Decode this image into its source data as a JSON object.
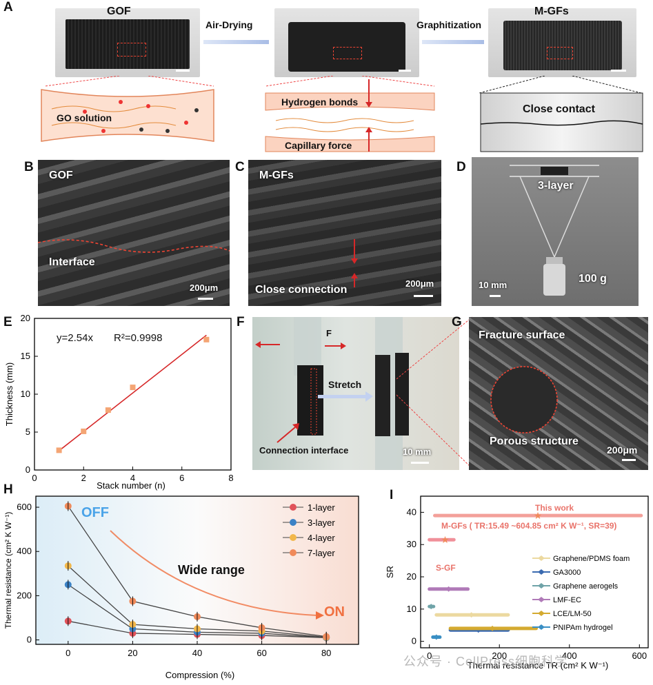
{
  "panelA": {
    "label": "A",
    "samples": [
      "GOF",
      "M-GFs"
    ],
    "arrows": [
      "Air-Drying",
      "Graphitization"
    ],
    "insets": [
      "GO solution",
      "Hydrogen bonds",
      "Capillary force",
      "Close contact"
    ]
  },
  "panelB": {
    "label": "B",
    "title": "GOF",
    "annotation": "Interface",
    "scale": "200μm"
  },
  "panelC": {
    "label": "C",
    "title": "M-GFs",
    "annotation": "Close connection",
    "scale": "200μm"
  },
  "panelD": {
    "label": "D",
    "top": "3-layer",
    "weight": "100 g",
    "scale": "10 mm"
  },
  "panelE": {
    "label": "E",
    "equation": "y=2.54x",
    "r2": "R²=0.9998"
  },
  "panelF": {
    "label": "F",
    "force": "F",
    "stretch": "Stretch",
    "interface": "Connection interface",
    "scale": "10 mm"
  },
  "panelG": {
    "label": "G",
    "top": "Fracture surface",
    "bottom": "Porous structure",
    "scale": "200μm"
  },
  "panelH": {
    "label": "H",
    "off": "OFF",
    "on": "ON",
    "range": "Wide range"
  },
  "panelI": {
    "label": "I",
    "thiswork": "This work",
    "mgfs": "M-GFs ( TR:15.49 ~604.85 cm² K W⁻¹, SR=39)",
    "sgf": "S-GF"
  },
  "watermark": "公众号 · CellPress细胞科学",
  "colors": {
    "red": "#d62728",
    "orange": "#f07040",
    "blue_hl": "#4aa3e8"
  },
  "chart_data": [
    {
      "type": "scatter",
      "panel": "E",
      "xlabel": "Stack number (n)",
      "ylabel": "Thickness (mm)",
      "xlim": [
        0,
        8
      ],
      "ylim": [
        0,
        20
      ],
      "xticks": [
        "0",
        "2",
        "4",
        "6",
        "8"
      ],
      "yticks": [
        "0",
        "5",
        "10",
        "15",
        "20"
      ],
      "x": [
        1,
        2,
        3,
        4,
        7
      ],
      "y": [
        2.6,
        5.1,
        7.9,
        10.9,
        17.2
      ],
      "fit": {
        "slope": 2.54,
        "x_range": [
          1,
          7
        ]
      }
    },
    {
      "type": "line",
      "panel": "H",
      "xlabel": "Compression (%)",
      "ylabel": "Thermal resistance (cm² K W⁻¹)",
      "xlim": [
        -10,
        90
      ],
      "ylim": [
        -20,
        650
      ],
      "xticks": [
        "0",
        "20",
        "40",
        "60",
        "80"
      ],
      "yticks": [
        "0",
        "200",
        "400",
        "600"
      ],
      "x": [
        0,
        20,
        40,
        60,
        80
      ],
      "series": [
        {
          "name": "1-layer",
          "color": "#e0525a",
          "values": [
            85,
            30,
            25,
            20,
            10
          ]
        },
        {
          "name": "3-layer",
          "color": "#3b82c6",
          "values": [
            250,
            50,
            35,
            30,
            10
          ]
        },
        {
          "name": "4-layer",
          "color": "#f2b74a",
          "values": [
            335,
            70,
            50,
            40,
            12
          ]
        },
        {
          "name": "7-layer",
          "color": "#f08a5a",
          "values": [
            605,
            175,
            105,
            55,
            15
          ]
        }
      ]
    },
    {
      "type": "scatter",
      "panel": "I",
      "xlabel": "Thermal resistance TR (cm² K W⁻¹)",
      "ylabel": "SR",
      "xlim": [
        -25,
        625
      ],
      "ylim": [
        -2,
        45
      ],
      "xticks": [
        "0",
        "200",
        "400",
        "600"
      ],
      "yticks": [
        "0",
        "10",
        "20",
        "30",
        "40"
      ],
      "series": [
        {
          "name": "Graphene/PDMS foam",
          "color": "#ecd9a0",
          "x": 120,
          "y": 8.2,
          "xrange": [
            20,
            225
          ]
        },
        {
          "name": "GA3000",
          "color": "#3a6ab0",
          "x": 140,
          "y": 3.5,
          "xrange": [
            60,
            225
          ]
        },
        {
          "name": "Graphene aerogels",
          "color": "#6fa3a8",
          "x": 5,
          "y": 10.8,
          "xrange": [
            0,
            12
          ]
        },
        {
          "name": "LMF-EC",
          "color": "#b07ab8",
          "x": 55,
          "y": 16.2,
          "xrange": [
            0,
            110
          ]
        },
        {
          "name": "LCE/LM-50",
          "color": "#d4aa30",
          "x": 180,
          "y": 4.0,
          "xrange": [
            60,
            305
          ]
        },
        {
          "name": "PNIPAm hydrogel",
          "color": "#3a8fc4",
          "x": 20,
          "y": 1.3,
          "xrange": [
            10,
            30
          ]
        },
        {
          "name": "M-GFs",
          "color": "#f3a09a",
          "x": 310,
          "y": 39,
          "xrange": [
            15.49,
            604.85
          ]
        },
        {
          "name": "S-GF",
          "color": "#f0909a",
          "x": 45,
          "y": 31.5,
          "xrange": [
            0,
            70
          ]
        }
      ]
    }
  ]
}
